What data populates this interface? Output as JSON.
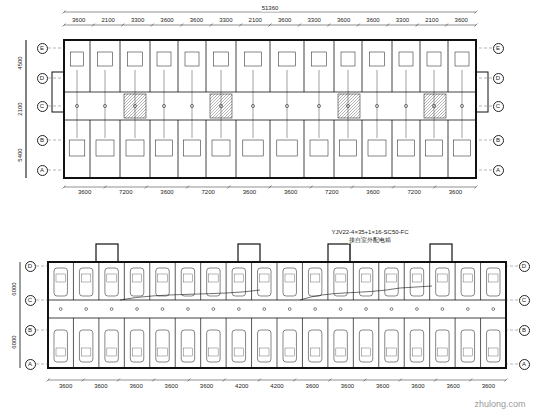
{
  "diagram": {
    "nodes": [
      {
        "text": [
          "E"
        ]
      },
      {
        "text": [
          "D"
        ]
      },
      {
        "text": [
          "C"
        ]
      },
      {
        "text": [
          "B"
        ]
      },
      {
        "text": [
          "A"
        ]
      },
      {
        "text": [
          "E"
        ]
      },
      {
        "text": [
          "D"
        ]
      },
      {
        "text": [
          "C"
        ]
      },
      {
        "text": [
          "B"
        ]
      },
      {
        "text": [
          "A"
        ]
      },
      {
        "text": [
          "D"
        ]
      },
      {
        "text": [
          "C"
        ]
      },
      {
        "text": [
          "B"
        ]
      },
      {
        "text": [
          "A"
        ]
      },
      {
        "text": [
          "D"
        ]
      },
      {
        "text": [
          "C"
        ]
      },
      {
        "text": [
          "B"
        ]
      },
      {
        "text": [
          "A"
        ]
      }
    ],
    "labels": [
      "51360",
      "3600",
      "2100",
      "3300",
      "3600",
      "3600",
      "3300",
      "2100",
      "3600",
      "3300",
      "3600",
      "3600",
      "3300",
      "2100",
      "3600",
      "3600",
      "7200",
      "3600",
      "7200",
      "3600",
      "3600",
      "7200",
      "3600",
      "7200",
      "3600",
      "4500",
      "2100",
      "5400",
      "YJV22-4×35+1×16-SC50-FC",
      "接自室外配电箱",
      "3600",
      "3600",
      "3600",
      "3600",
      "3600",
      "4200",
      "4200",
      "3600",
      "3600",
      "3600",
      "3600",
      "3600",
      "3600",
      "6000",
      "6000",
      "zhulong.com"
    ]
  }
}
